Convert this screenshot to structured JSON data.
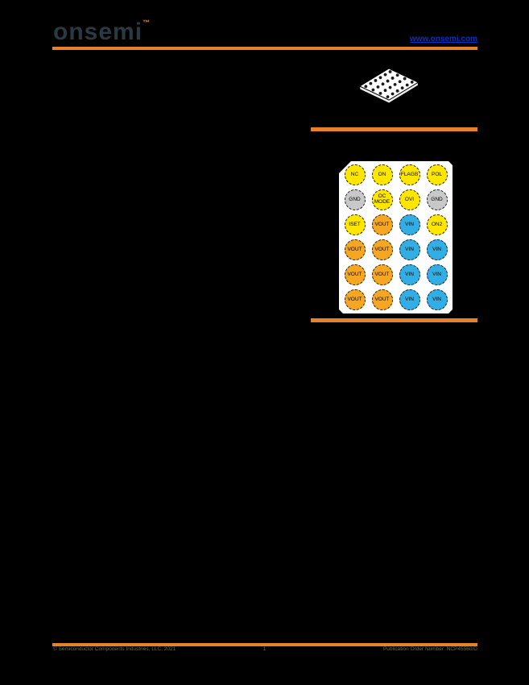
{
  "colors": {
    "background": "#000000",
    "brand_orange": "#E8822A",
    "link_blue": "#0033CC",
    "logo_dark": "#2A3A42",
    "pin_yellow": "#FFE600",
    "pin_gray": "#C8C8C8",
    "pin_orange": "#F5A623",
    "pin_blue": "#33AEE4"
  },
  "header": {
    "logo_text": "onsemi",
    "logo_mark": "™",
    "website_link": "www.onsemi.com"
  },
  "package_illustration": {
    "description": "WLCSP ball-grid package, isometric view",
    "ball_rows": 4,
    "ball_columns": 6
  },
  "pinmap": {
    "columns": 4,
    "rows": 6,
    "pins": [
      [
        {
          "label": "NC",
          "color": "pin_yellow"
        },
        {
          "label": "ON",
          "color": "pin_yellow"
        },
        {
          "label": "FLAGB",
          "color": "pin_yellow"
        },
        {
          "label": "POL",
          "color": "pin_yellow"
        }
      ],
      [
        {
          "label": "GND",
          "color": "pin_gray"
        },
        {
          "label": "OC MODE",
          "color": "pin_yellow"
        },
        {
          "label": "OVI",
          "color": "pin_yellow"
        },
        {
          "label": "GND",
          "color": "pin_gray"
        }
      ],
      [
        {
          "label": "ISET",
          "color": "pin_yellow"
        },
        {
          "label": "VOUT",
          "color": "pin_orange"
        },
        {
          "label": "VIN",
          "color": "pin_blue"
        },
        {
          "label": "ON2",
          "color": "pin_yellow"
        }
      ],
      [
        {
          "label": "VOUT",
          "color": "pin_orange"
        },
        {
          "label": "VOUT",
          "color": "pin_orange"
        },
        {
          "label": "VIN",
          "color": "pin_blue"
        },
        {
          "label": "VIN",
          "color": "pin_blue"
        }
      ],
      [
        {
          "label": "VOUT",
          "color": "pin_orange"
        },
        {
          "label": "VOUT",
          "color": "pin_orange"
        },
        {
          "label": "VIN",
          "color": "pin_blue"
        },
        {
          "label": "VIN",
          "color": "pin_blue"
        }
      ],
      [
        {
          "label": "VOUT",
          "color": "pin_orange"
        },
        {
          "label": "VOUT",
          "color": "pin_orange"
        },
        {
          "label": "VIN",
          "color": "pin_blue"
        },
        {
          "label": "VIN",
          "color": "pin_blue"
        }
      ]
    ]
  },
  "footer": {
    "copyright": "© Semiconductor Components Industries, LLC, 2021",
    "page_number": "1",
    "publication": "Publication Order Number: NCP45560/D"
  }
}
